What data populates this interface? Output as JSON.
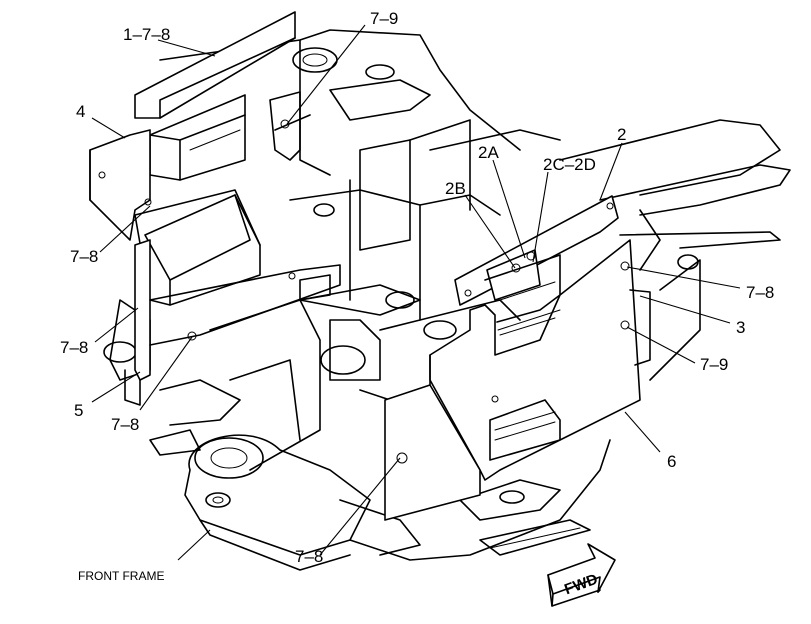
{
  "callouts": {
    "c_178": "1–7–8",
    "c_79_top": "7–9",
    "c_4": "4",
    "c_2": "2",
    "c_2a": "2A",
    "c_2c2d": "2C–2D",
    "c_2b": "2B",
    "c_78_left_upper": "7–8",
    "c_78_right_upper": "7–8",
    "c_3": "3",
    "c_78_left_mid": "7–8",
    "c_79_right": "7–9",
    "c_5": "5",
    "c_78_left_lower": "7–8",
    "c_6": "6",
    "c_78_bottom": "7–8"
  },
  "labels": {
    "front_frame": "FRONT FRAME",
    "fwd": "FWD"
  },
  "colors": {
    "ink": "#000000",
    "paper": "#ffffff"
  }
}
